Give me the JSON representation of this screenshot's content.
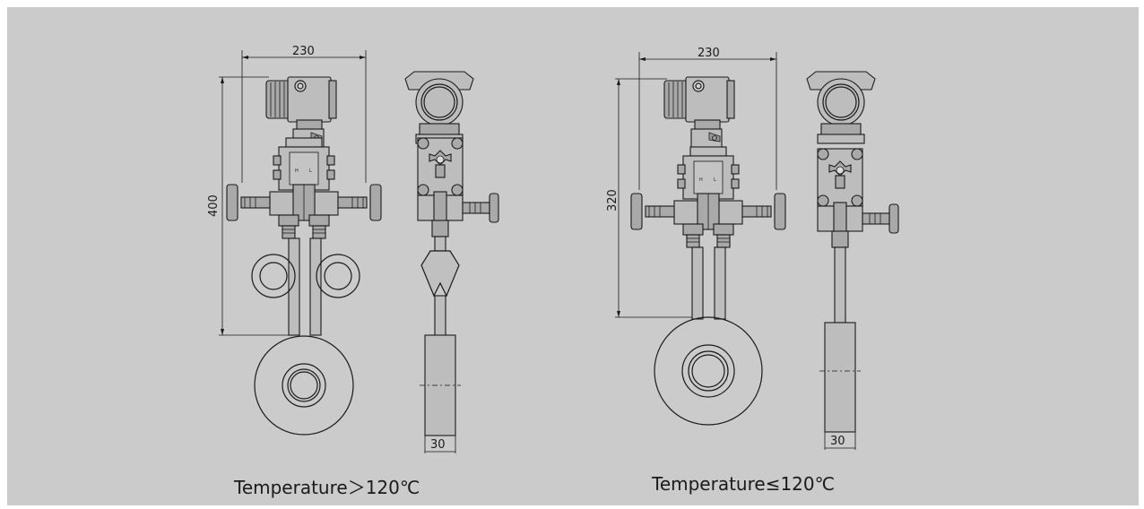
{
  "figures": [
    {
      "id": "left",
      "caption": "Temperature＞120℃",
      "dim_width": "230",
      "dim_height": "400",
      "dim_bottom": "30"
    },
    {
      "id": "right",
      "caption": "Temperature≤120℃",
      "dim_width": "230",
      "dim_height": "320",
      "dim_bottom": "30"
    }
  ],
  "labels": {
    "high": "H",
    "low": "L"
  },
  "colors": {
    "background": "#cbcbcb",
    "line": "#1a1a1a"
  }
}
